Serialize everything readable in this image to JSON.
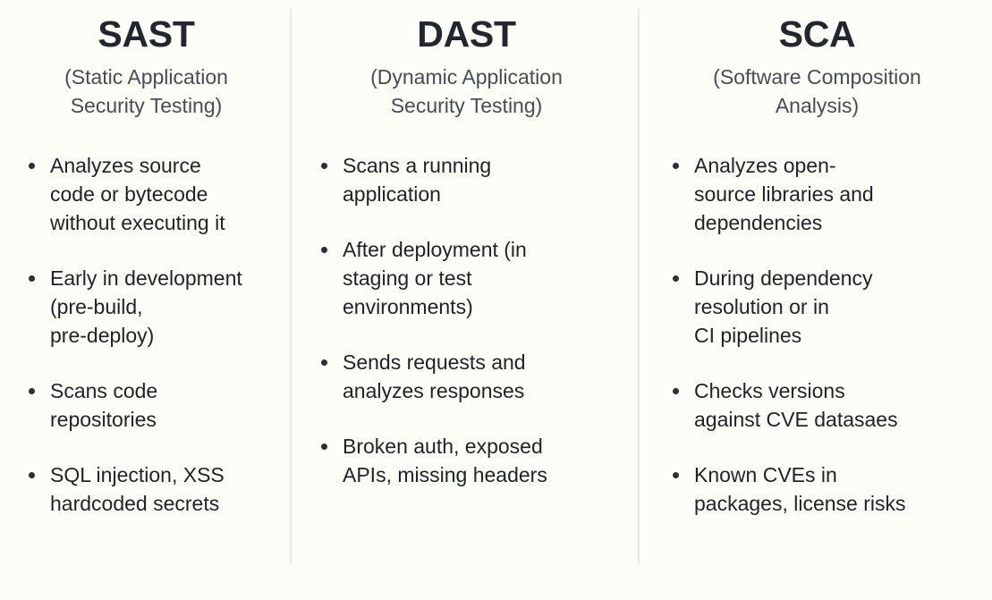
{
  "theme": {
    "background": "#fdfdf8",
    "title_color": "#22262d",
    "subtitle_color": "#474c55",
    "body_color": "#1f2328",
    "divider_color": "#e8e8e4",
    "bullet_color": "#2b2f36"
  },
  "columns": [
    {
      "key": "sast",
      "title": "SAST",
      "subtitle": "(Static Application\nSecurity Testing)",
      "bullets": [
        "Analyzes source\ncode or bytecode\nwithout executing it",
        "Early in development\n(pre-build,\npre-deploy)",
        "Scans code\nrepositories",
        "SQL injection, XSS\nhardcoded secrets"
      ]
    },
    {
      "key": "dast",
      "title": "DAST",
      "subtitle": "(Dynamic Application\nSecurity Testing)",
      "bullets": [
        "Scans a running\napplication",
        "After deployment (in\nstaging or test\nenvironments)",
        "Sends requests and\nanalyzes responses",
        "Broken auth, exposed\nAPIs, missing headers"
      ]
    },
    {
      "key": "sca",
      "title": "SCA",
      "subtitle": "(Software Composition\nAnalysis)",
      "bullets": [
        "Analyzes open-\nsource libraries and\ndependencies",
        "During dependency\nresolution or in\nCI pipelines",
        "Checks versions\nagainst CVE datasaes",
        "Known CVEs in\npackages, license risks"
      ]
    }
  ]
}
